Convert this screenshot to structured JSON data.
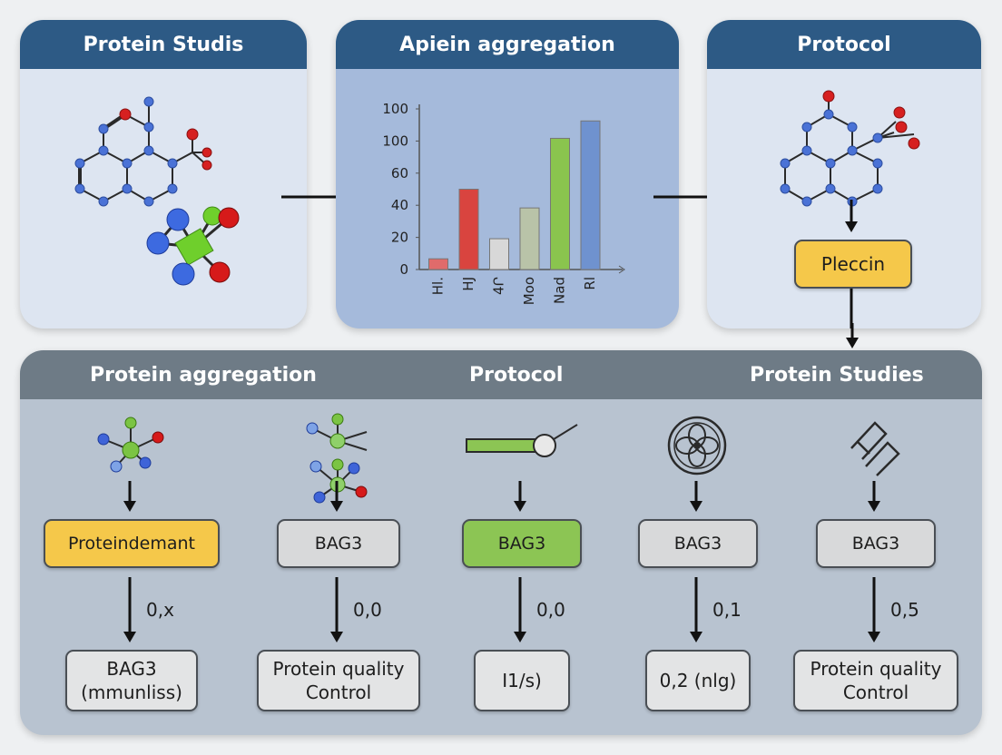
{
  "panels": {
    "left_title": "Protein Studis",
    "middle_title": "Apiein aggregation",
    "right_title": "Protocol",
    "right_box": "Pleccin",
    "bottom_titles": [
      "Protein aggregation",
      "Protocol",
      "Protein Studies"
    ]
  },
  "chart_data": {
    "type": "bar",
    "categories": [
      "Hl.",
      "HJ",
      "4Ր",
      "Moo",
      "Nad",
      "Rl"
    ],
    "values": [
      8,
      60,
      23,
      46,
      98,
      111
    ],
    "colors": [
      "#e06b6b",
      "#d9443f",
      "#d8d8d8",
      "#b9c3a8",
      "#8ac44e",
      "#6f92cf"
    ],
    "ytick_labels": [
      "0",
      "20",
      "40",
      "60",
      "100",
      "100"
    ],
    "ylim": [
      0,
      120
    ]
  },
  "columns": [
    {
      "icon": "molecule-icon",
      "box": "Proteindemant",
      "box_color": "yellow",
      "value": "0,x",
      "result": "BAG3\n(mmunliss)"
    },
    {
      "icon": "molecule-pair-icon",
      "box": "BAG3",
      "box_color": "grey",
      "value": "0,0",
      "result": "Protein quality\nControl"
    },
    {
      "icon": "probe-icon",
      "box": "BAG3",
      "box_color": "green",
      "value": "0,0",
      "result": "I1/s)"
    },
    {
      "icon": "flower-cell-icon",
      "box": "BAG3",
      "box_color": "grey",
      "value": "0,1",
      "result": "0,2 (nlg)"
    },
    {
      "icon": "pens-icon",
      "box": "BAG3",
      "box_color": "grey",
      "value": "0,5",
      "result": "Protein quality\nControl"
    }
  ]
}
